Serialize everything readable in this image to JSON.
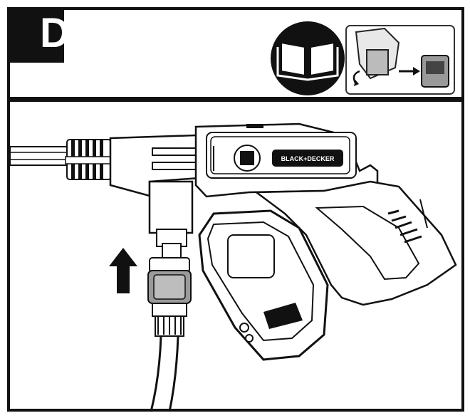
{
  "header": {
    "step_letter": "D",
    "manual_icon": "open-book-icon",
    "reference_image": "battery-removal-thumbnail"
  },
  "illustration": {
    "subject": "pressure-washer-gun",
    "brand_text": "BLACK+DECKER",
    "arrow_direction": "up",
    "connector": "hose-quick-connector"
  }
}
